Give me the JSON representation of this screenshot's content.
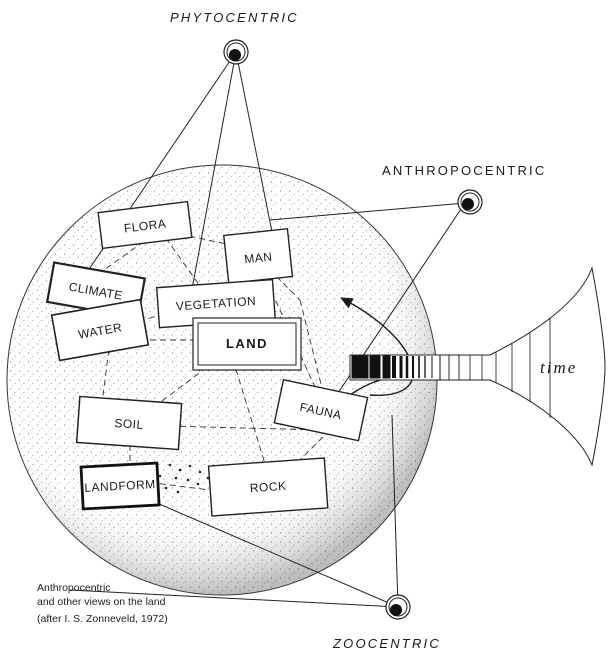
{
  "viewpoints": {
    "phytocentric": "PHYTOCENTRIC",
    "anthropocentric": "ANTHROPOCENTRIC",
    "zoocentric": "ZOOCENTRIC"
  },
  "components": {
    "flora": "FLORA",
    "man": "MAN",
    "climate": "CLIMATE",
    "vegetation": "VEGETATION",
    "water": "WATER",
    "land": "LAND",
    "fauna": "FAUNA",
    "soil": "SOIL",
    "landform": "LANDFORM",
    "rock": "ROCK"
  },
  "time_label": "time",
  "caption": {
    "line1": "Anthropocentric",
    "line2": "and other views on the land",
    "line3": "(after I. S. Zonneveld, 1972)"
  }
}
